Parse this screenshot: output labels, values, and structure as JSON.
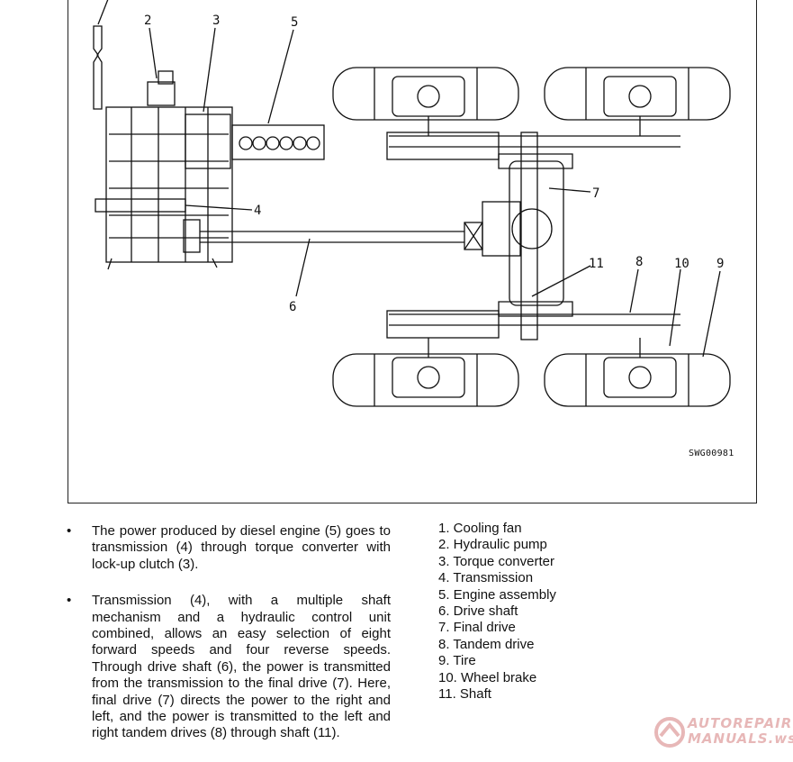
{
  "figure": {
    "figure_id": "SWG00981",
    "callouts": [
      "2",
      "3",
      "5",
      "4",
      "6",
      "7",
      "11",
      "8",
      "10",
      "9"
    ]
  },
  "bullets": [
    "The power produced by diesel engine (5) goes to transmission (4) through torque converter with lock-up clutch (3).",
    "Transmission (4), with a multiple shaft mechanism and a hydraulic control unit combined, allows an easy selection of eight forward speeds and four reverse speeds. Through drive shaft (6), the power is transmitted from the transmission to the final drive (7). Here, final drive (7) directs the power to the right and left, and the power is transmitted to the left and right tandem drives (8) through shaft (11)."
  ],
  "bullet_symbol": "•",
  "parts_list": [
    "1. Cooling fan",
    "2. Hydraulic pump",
    "3. Torque converter",
    "4. Transmission",
    "5. Engine assembly",
    "6. Drive shaft",
    "7. Final drive",
    "8. Tandem drive",
    "9. Tire",
    "10. Wheel brake",
    "11. Shaft"
  ],
  "watermark": {
    "line1": "AUTOREPAIR",
    "line2": "MANUALS.ws",
    "color": "#aa0000"
  }
}
